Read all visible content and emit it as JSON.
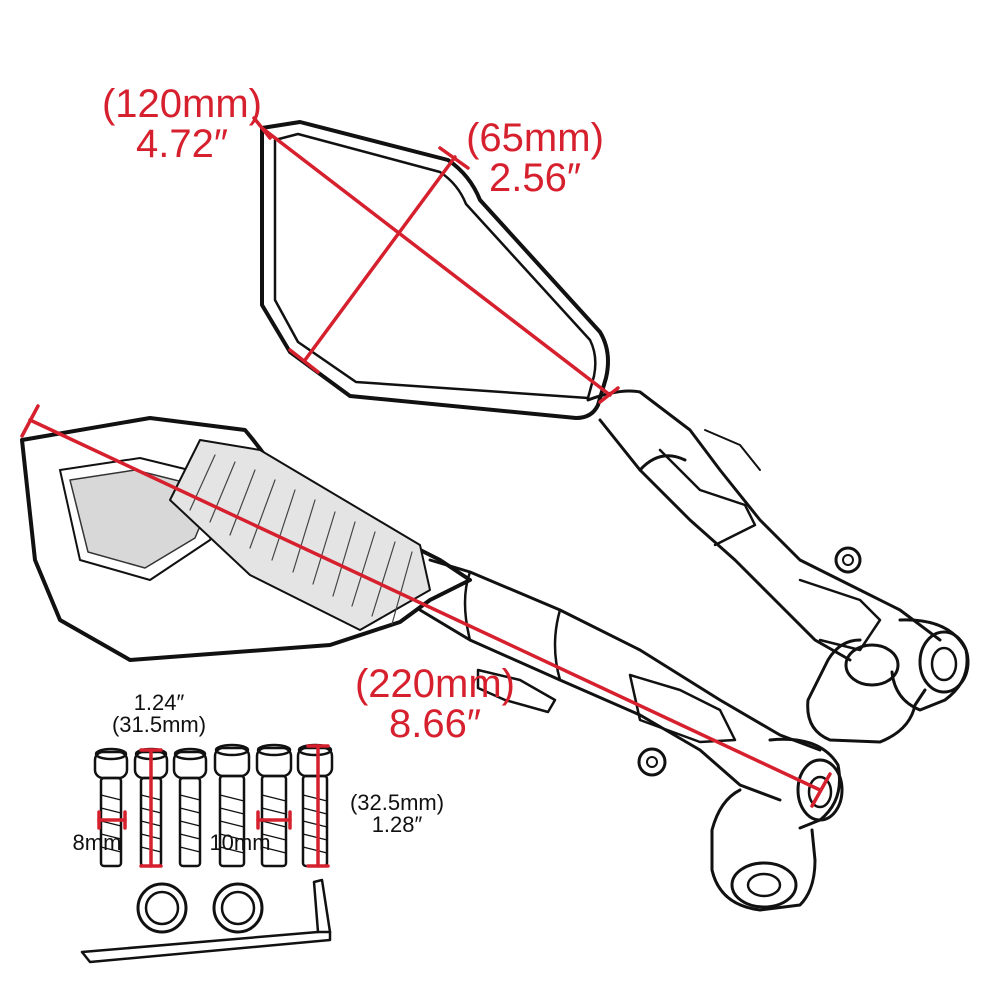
{
  "colors": {
    "dimension": "#d6202e",
    "outline": "#111111",
    "shade": "#cfcfcf"
  },
  "dimensions": {
    "mirror_length": {
      "metric": "(120mm)",
      "imperial": "4.72″"
    },
    "mirror_width": {
      "metric": "(65mm)",
      "imperial": "2.56″"
    },
    "total_length": {
      "metric": "(220mm)",
      "imperial": "8.66″"
    },
    "bolt_short_length": {
      "imperial": "1.24″",
      "metric": "(31.5mm)"
    },
    "bolt_long_length": {
      "metric": "(32.5mm)",
      "imperial": "1.28″"
    },
    "thread_small": {
      "label": "8mm"
    },
    "thread_large": {
      "label": "10mm"
    }
  }
}
